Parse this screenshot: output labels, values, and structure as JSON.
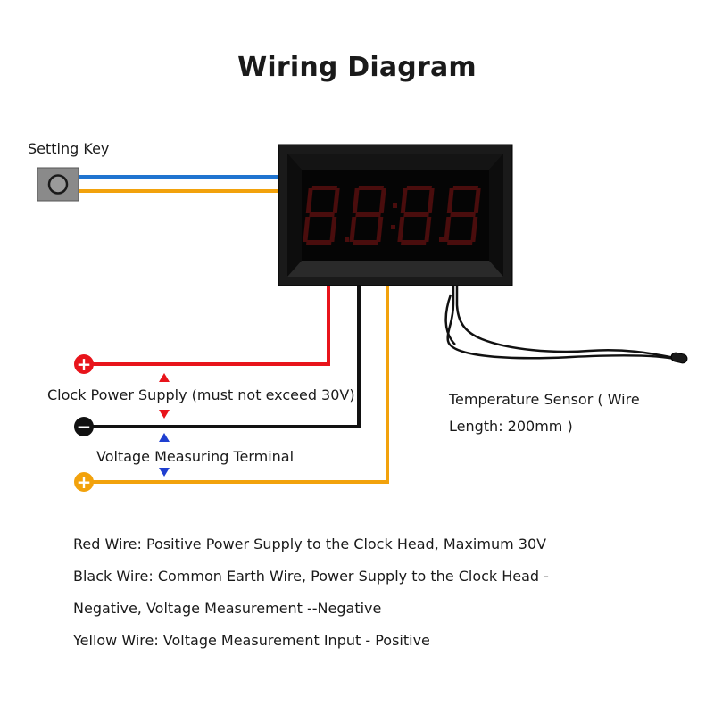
{
  "title": "Wiring Diagram",
  "labels": {
    "setting_key": "Setting Key",
    "power_supply": "Clock Power Supply (must not exceed 30V)",
    "voltage_terminal": "Voltage Measuring Terminal",
    "sensor_line1": "Temperature Sensor ( Wire",
    "sensor_line2": "Length: 200mm )"
  },
  "terminals": {
    "red_symbol": "+",
    "black_symbol": "−",
    "yellow_symbol": "+"
  },
  "descriptions": [
    "Red Wire: Positive Power Supply to the Clock Head, Maximum 30V",
    "Black Wire: Common Earth Wire, Power Supply to the Clock Head -",
    "Negative, Voltage Measurement --Negative",
    "Yellow Wire: Voltage Measurement Input - Positive"
  ],
  "colors": {
    "red_wire": "#e8141b",
    "black_wire": "#111111",
    "yellow_wire": "#f2a20c",
    "blue_wire": "#1f74d0",
    "arrow_red": "#e8141b",
    "arrow_blue": "#1f3fd0"
  }
}
